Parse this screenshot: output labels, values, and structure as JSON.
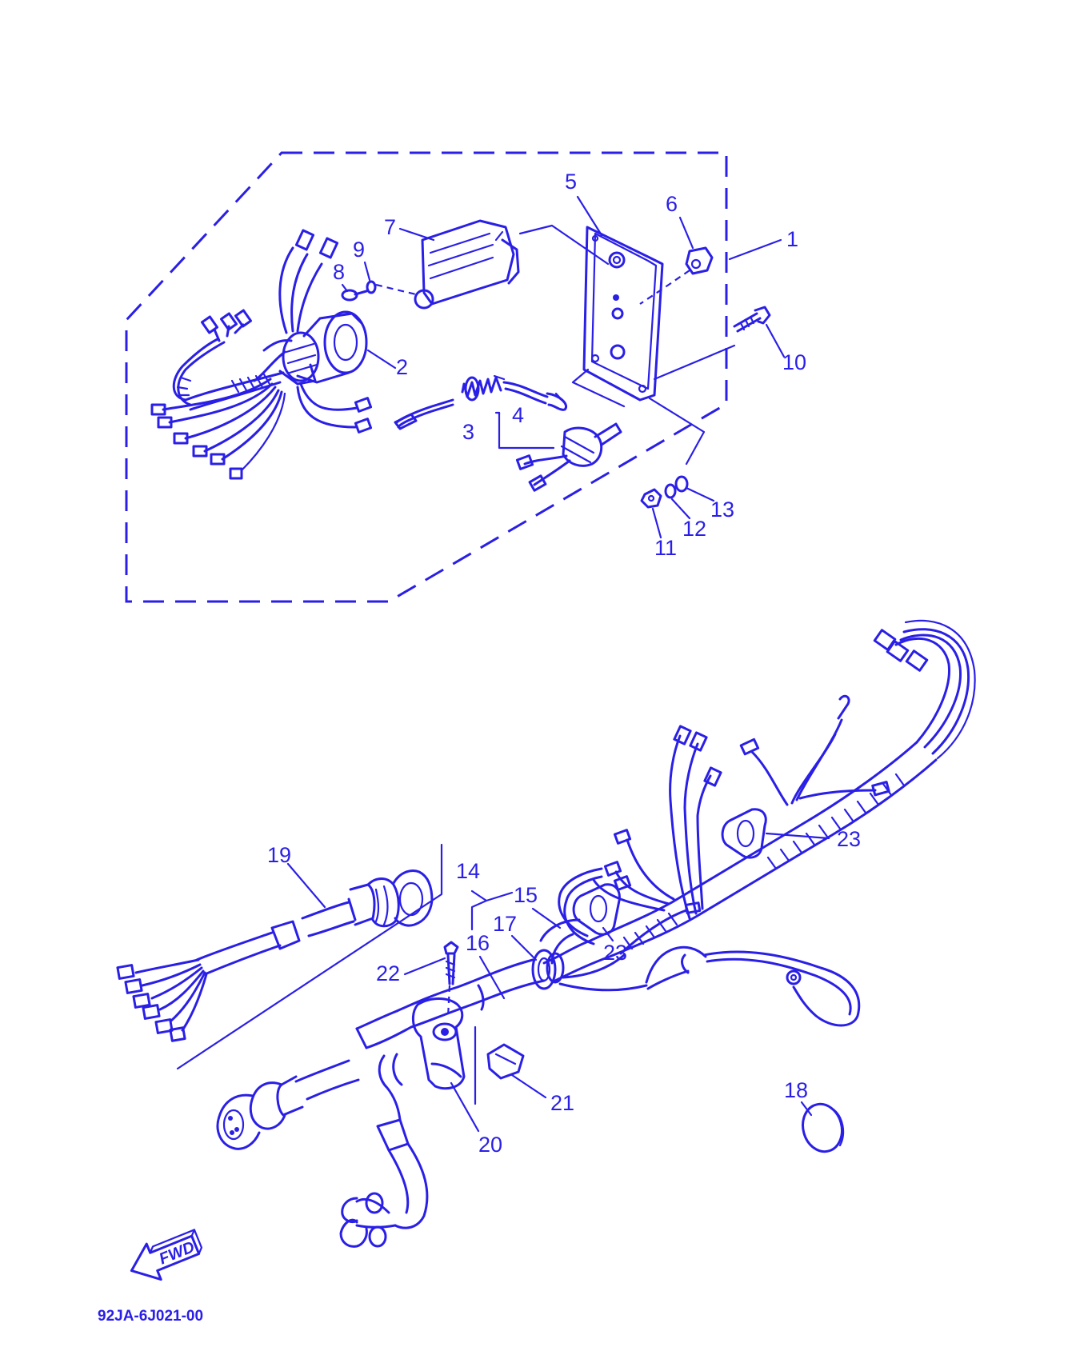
{
  "diagram": {
    "part_numbers": [
      "1",
      "2",
      "3",
      "4",
      "5",
      "6",
      "7",
      "8",
      "9",
      "10",
      "11",
      "12",
      "13",
      "14",
      "15",
      "16",
      "17",
      "18",
      "19",
      "20",
      "21",
      "22",
      "23"
    ],
    "second_23": "23",
    "fwd_label": "FWD",
    "drawing_code": "92JA-6J021-00",
    "ink_color": "#2a1fe6"
  }
}
